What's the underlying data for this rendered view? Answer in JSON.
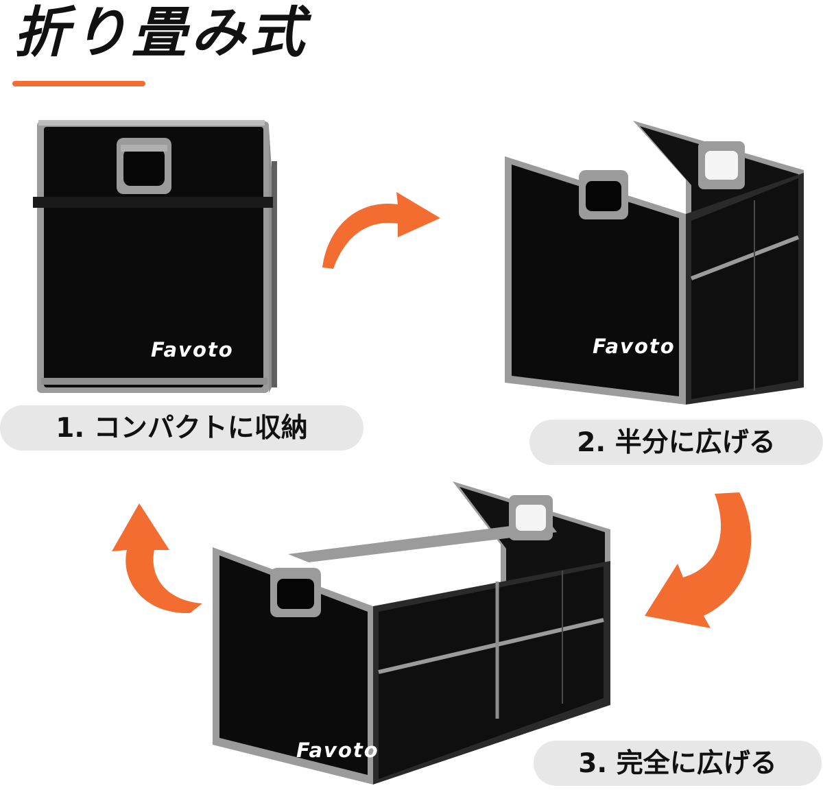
{
  "title": "折り畳み式",
  "colors": {
    "accent": "#f36c30",
    "box_body": "#0b0b0b",
    "box_trim": "#9b9b9b",
    "pill_bg": "#e7e7e7",
    "text_dark": "#111111"
  },
  "steps": [
    {
      "label": "1. コンパクトに収納"
    },
    {
      "label": "2. 半分に広げる"
    },
    {
      "label": "3. 完全に広げる"
    }
  ],
  "brand": "Favoto",
  "icons": [
    "curved-arrow-right-icon",
    "curved-arrow-down-left-icon",
    "curved-arrow-up-icon"
  ]
}
